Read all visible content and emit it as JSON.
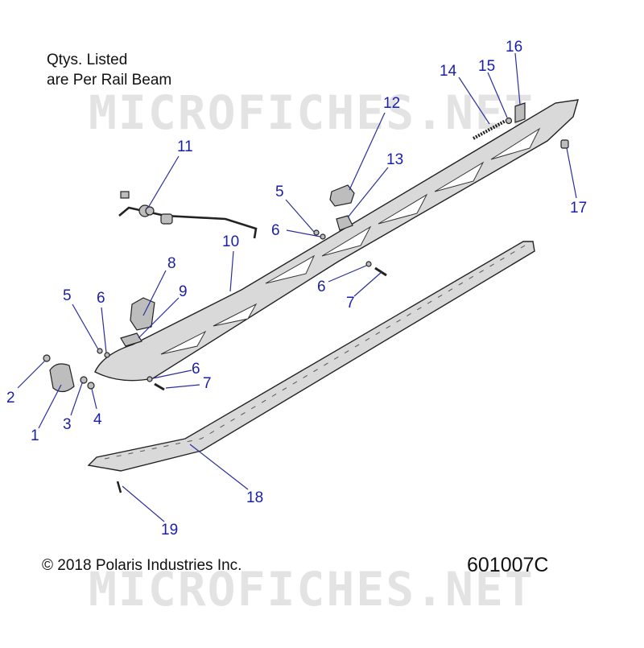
{
  "note": {
    "line1": "Qtys. Listed",
    "line2": "are Per Rail Beam"
  },
  "footer": {
    "copyright": "© 2018 Polaris Industries Inc.",
    "drawing_id": "601007C"
  },
  "watermark": "MICROFICHES.NET",
  "colors": {
    "callout": "#1a1fa8",
    "watermark": "#e3e3e3"
  },
  "callouts": [
    {
      "id": "c1",
      "label": "1"
    },
    {
      "id": "c2",
      "label": "2"
    },
    {
      "id": "c3",
      "label": "3"
    },
    {
      "id": "c4",
      "label": "4"
    },
    {
      "id": "c5a",
      "label": "5"
    },
    {
      "id": "c5b",
      "label": "5"
    },
    {
      "id": "c6a",
      "label": "6"
    },
    {
      "id": "c6b",
      "label": "6"
    },
    {
      "id": "c6c",
      "label": "6"
    },
    {
      "id": "c6d",
      "label": "6"
    },
    {
      "id": "c7a",
      "label": "7"
    },
    {
      "id": "c7b",
      "label": "7"
    },
    {
      "id": "c8",
      "label": "8"
    },
    {
      "id": "c9",
      "label": "9"
    },
    {
      "id": "c10",
      "label": "10"
    },
    {
      "id": "c11",
      "label": "11"
    },
    {
      "id": "c12",
      "label": "12"
    },
    {
      "id": "c13",
      "label": "13"
    },
    {
      "id": "c14",
      "label": "14"
    },
    {
      "id": "c15",
      "label": "15"
    },
    {
      "id": "c16",
      "label": "16"
    },
    {
      "id": "c17",
      "label": "17"
    },
    {
      "id": "c18",
      "label": "18"
    },
    {
      "id": "c19",
      "label": "19"
    }
  ]
}
